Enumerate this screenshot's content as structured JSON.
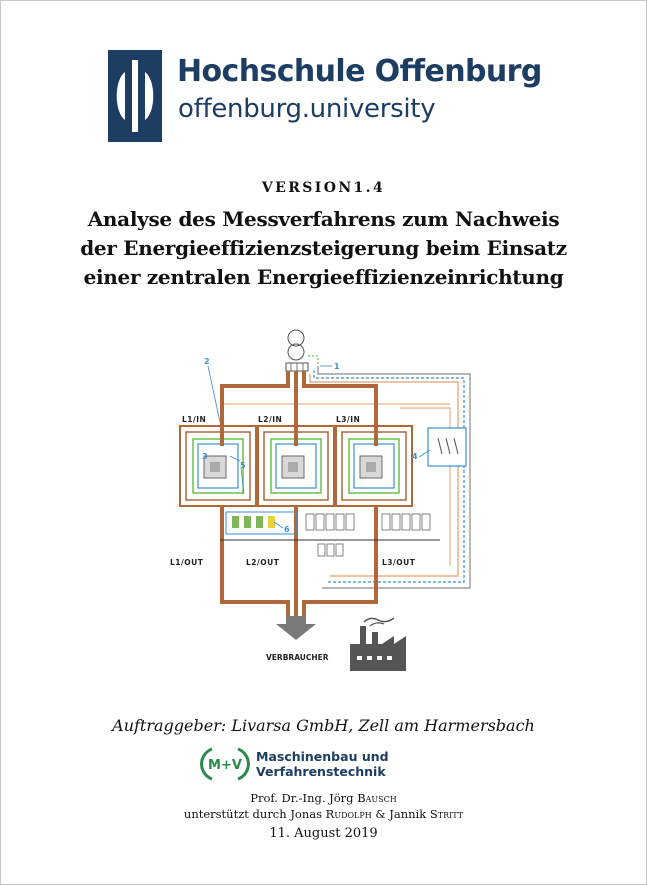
{
  "header": {
    "university_name": "Hochschule Offenburg",
    "university_domain": "offenburg.university",
    "brand_color": "#1d3d62"
  },
  "document": {
    "version": "VERSION1.4",
    "title_lines": [
      "Analyse des Messverfahrens zum Nachweis",
      "der Energieeffizienzsteigerung beim Einsatz",
      "einer zentralen Energieeffizienzeinrichtung"
    ]
  },
  "diagram": {
    "phase_in_labels": [
      "L1/IN",
      "L2/IN",
      "L3/IN"
    ],
    "phase_out_labels": [
      "L1/OUT",
      "L2/OUT",
      "L3/OUT"
    ],
    "callouts": [
      "1",
      "2",
      "3",
      "4",
      "5",
      "6"
    ],
    "consumer_label": "VERBRAUCHER",
    "colors": {
      "copper": "#b0683a",
      "blue": "#3a8fd0",
      "green": "#6cc04a",
      "gray": "#8a8a8a",
      "peach": "#e8b08a"
    }
  },
  "footer": {
    "client": "Auftraggeber: Livarsa GmbH, Zell am Harmersbach",
    "dept_logo_text": "M+V",
    "dept_line1": "Maschinenbau und",
    "dept_line2": "Verfahrenstechnik",
    "professor_prefix": "Prof. Dr.-Ing. Jörg ",
    "professor_surname": "Bausch",
    "support_prefix": "unterstützt durch Jonas ",
    "support_name1": "Rudolph",
    "support_mid": " & Jannik ",
    "support_name2": "Stritt",
    "date": "11. August 2019"
  }
}
